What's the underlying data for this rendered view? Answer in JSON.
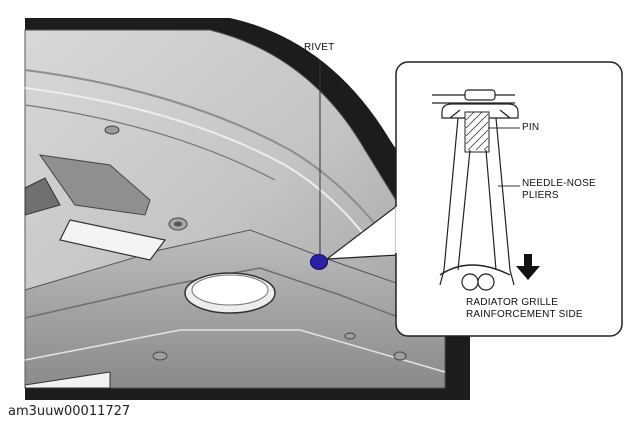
{
  "labels": {
    "rivet": "RIVET",
    "pin": "PIN",
    "pliers_line1": "NEEDLE-NOSE",
    "pliers_line2": "PLIERS",
    "side_line1": "RADIATOR GRILLE",
    "side_line2": "RAINFORCEMENT SIDE"
  },
  "caption": "am3uuw00011727",
  "colors": {
    "rivet": "#2a1fa8",
    "panel_light": "#dcdcdc",
    "panel_mid": "#b4b4b4",
    "panel_dark": "#7a7a7a",
    "edge_black": "#1a1a1a"
  },
  "icons": {
    "direction_arrow": "arrow-down-icon"
  }
}
